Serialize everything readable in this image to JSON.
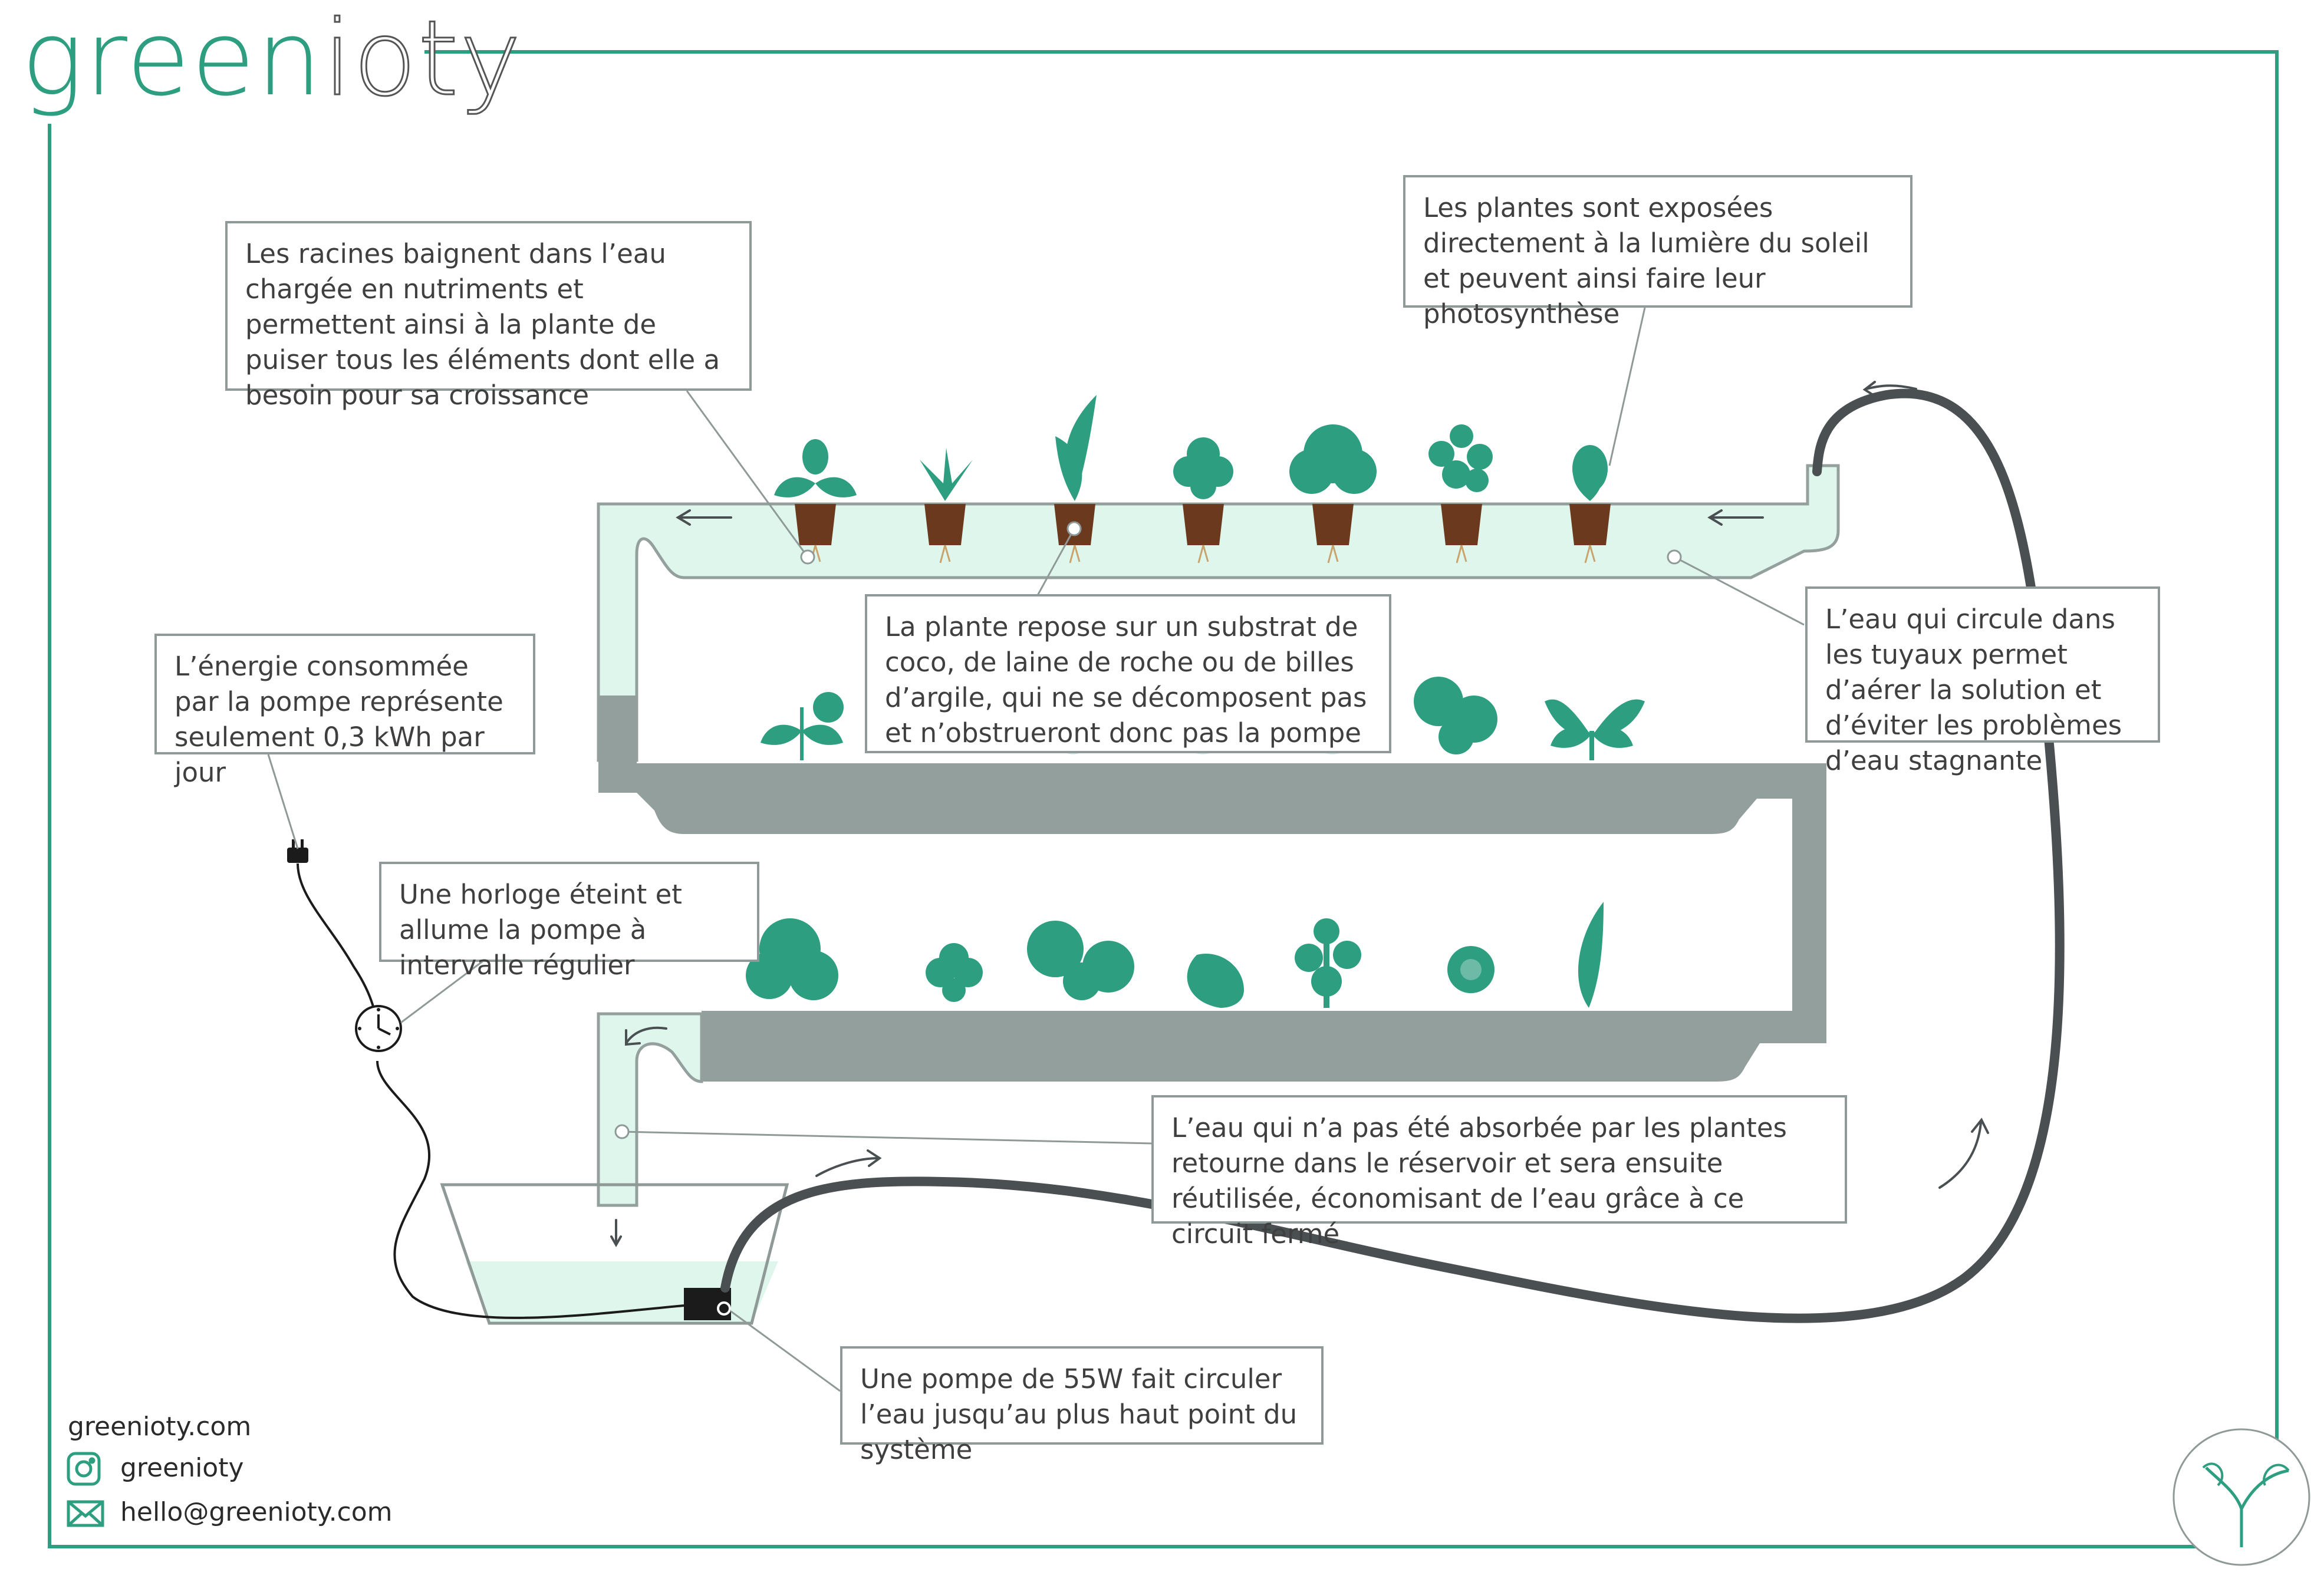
{
  "brand": {
    "part1": "green",
    "part2": "ioty"
  },
  "colors": {
    "accent": "#2e9e80",
    "water": "#dff6ec",
    "tray": "#939f9c",
    "hose": "#4a4f52",
    "callout_border": "#8f9a98"
  },
  "callouts": {
    "roots": "Les racines baignent dans l’eau chargée en nutriments et permettent ainsi à la plante de puiser tous les éléments dont elle a besoin pour sa croissance",
    "sunlight": "Les plantes sont exposées directement à la lumière du soleil et peuvent ainsi faire leur photosynthèse",
    "substrate": "La plante repose sur un substrat de coco, de laine de roche ou de billes d’argile, qui ne se décomposent pas et n’obstrueront donc pas la pompe",
    "energy": "L’énergie consommée par la pompe représente seulement 0,3 kWh par jour",
    "aeration": "L’eau qui circule dans les tuyaux permet d’aérer la solution et d’éviter les problèmes d’eau stagnante",
    "timer": "Une horloge éteint et allume la pompe à intervalle régulier",
    "return": "L’eau qui n’a pas été absorbée par les plantes retourne dans le réservoir et sera ensuite réutilisée, économisant de l’eau grâce à ce circuit fermé",
    "pump": "Une pompe de 55W fait circuler l’eau jusqu’au plus haut point du système"
  },
  "footer": {
    "website": "greenioty.com",
    "instagram": "greenioty",
    "email": "hello@greenioty.com"
  },
  "icons": {
    "instagram": "instagram-icon",
    "email": "mail-icon",
    "logo": "leaf-logo-icon",
    "plug": "plug-icon",
    "clock": "clock-icon"
  }
}
